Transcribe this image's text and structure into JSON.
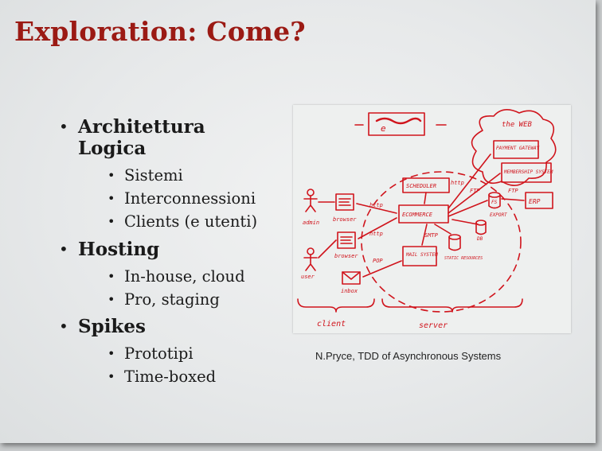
{
  "slide": {
    "title": "Exploration:  Come?",
    "bullets": [
      {
        "label": "Architettura Logica",
        "line1": "Architettura",
        "line2": "Logica",
        "items": [
          "Sistemi",
          "Interconnessioni",
          "Clients (e utenti)"
        ]
      },
      {
        "label": "Hosting",
        "items": [
          "In-house, cloud",
          "Pro, staging"
        ]
      },
      {
        "label": "Spikes",
        "items": [
          "Prototipi",
          "Time-boxed"
        ]
      }
    ],
    "bullet_glyph": "•",
    "caption": "N.Pryce, TDD of Asynchronous Systems",
    "diagram": {
      "labels": {
        "web": "the WEB",
        "payment": "PAYMENT GATEWAY",
        "membership": "MEMBERSHIP SYSTEM",
        "scheduler": "SCHEDULER",
        "ecommerce": "ECOMMERCE",
        "erp": "ERP",
        "export": "EXPORT",
        "db": "DB",
        "fs": "FS",
        "mail": "MAIL SYSTEM",
        "static": "STATIC RESOURCES",
        "admin": "admin",
        "browser": "browser",
        "user": "user",
        "inbox": "inbox",
        "client": "client",
        "server": "server",
        "http": "http",
        "ftp": "FTP",
        "smtp": "SMTP",
        "pop": "POP"
      },
      "ink_color": "#d0141c"
    }
  }
}
